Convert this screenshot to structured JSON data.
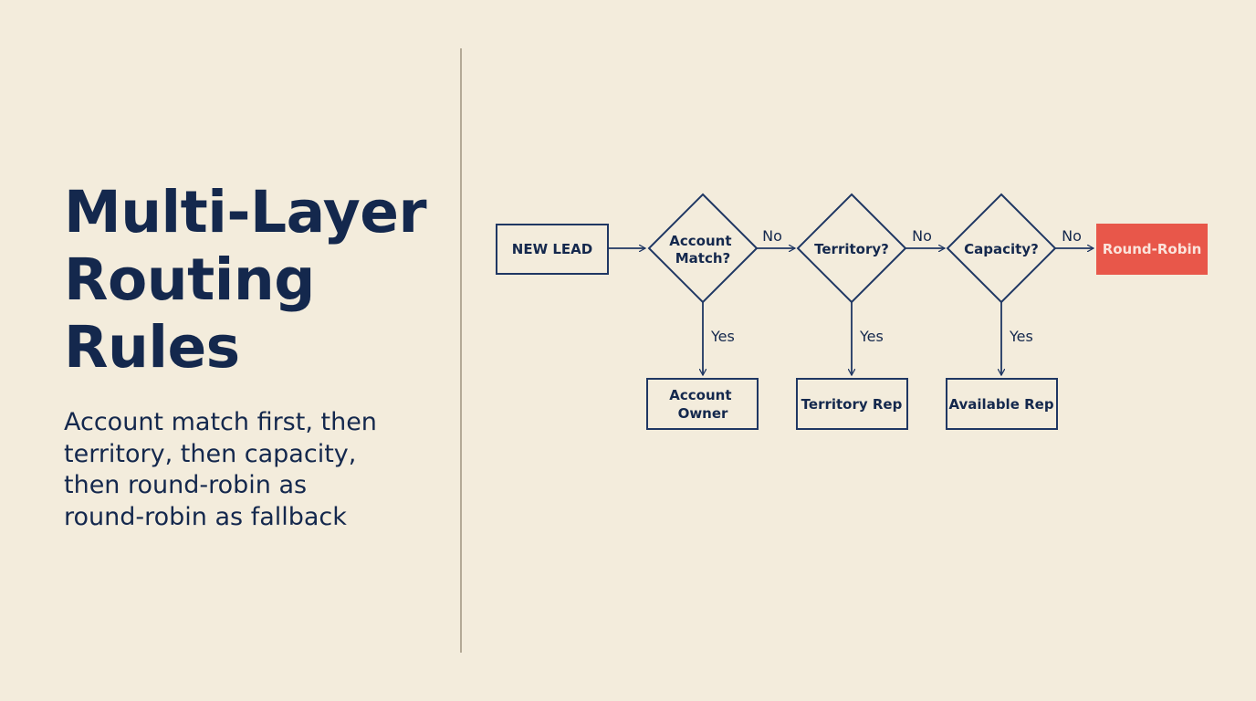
{
  "title": {
    "lines": [
      "Multi-Layer",
      "Routing",
      "Rules"
    ]
  },
  "subtitle": {
    "lines": [
      "Account match first, then",
      "territory, then capacity,",
      "then round-robin as",
      "round-robin as fallback"
    ]
  },
  "flowchart": {
    "nodes": {
      "new_lead": "NEW LEAD",
      "account_match_q": [
        "Account",
        "Match?"
      ],
      "territory_q": "Territory?",
      "capacity_q": "Capacity?",
      "round_robin": "Round-Robin",
      "account_owner": [
        "Account",
        "Owner"
      ],
      "territory_rep": "Territory Rep",
      "available_rep": "Available Rep"
    },
    "edge_labels": {
      "no_1": "No",
      "no_2": "No",
      "no_3": "No",
      "yes_1": "Yes",
      "yes_2": "Yes",
      "yes_3": "Yes"
    },
    "colors": {
      "ink": "#14284d",
      "line": "#1f3763",
      "fallback_fill": "#e8574a",
      "fallback_text": "#fbe4dc",
      "background": "#f3ecdc"
    }
  }
}
